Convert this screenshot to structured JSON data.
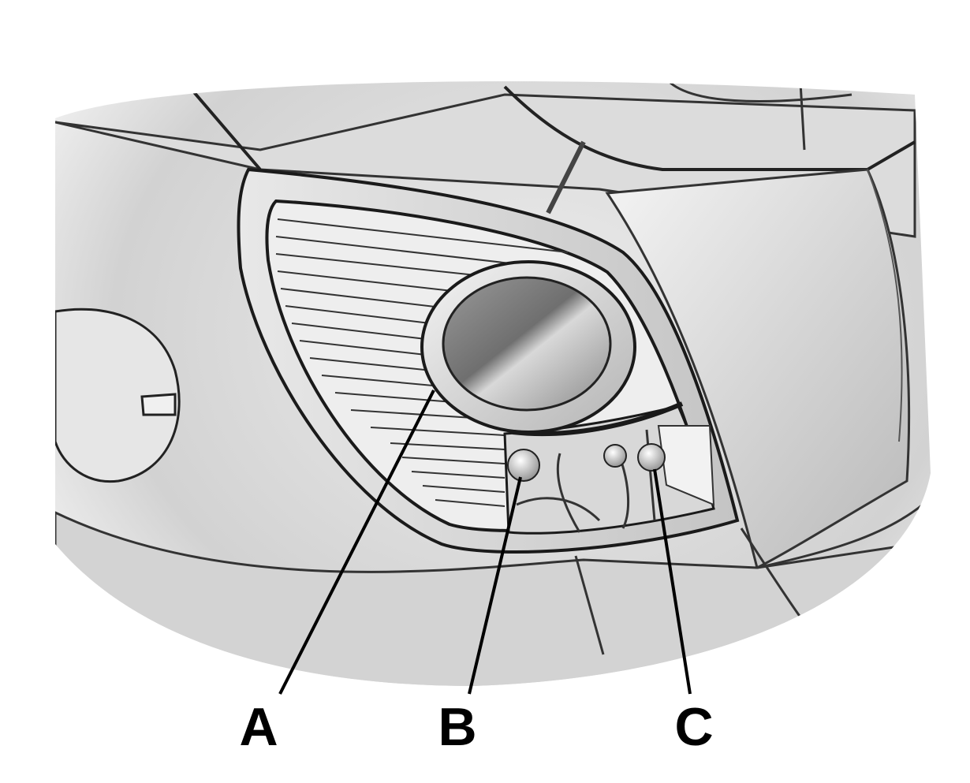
{
  "callouts": [
    {
      "letter": "A"
    },
    {
      "letter": "B"
    },
    {
      "letter": "C"
    }
  ],
  "colors": {
    "background": "#ffffff",
    "body_light": "#e2e2e2",
    "body_shadow": "#9a9a9a",
    "outline": "#1a1a1a",
    "lens_dark": "#7a7a7a"
  }
}
